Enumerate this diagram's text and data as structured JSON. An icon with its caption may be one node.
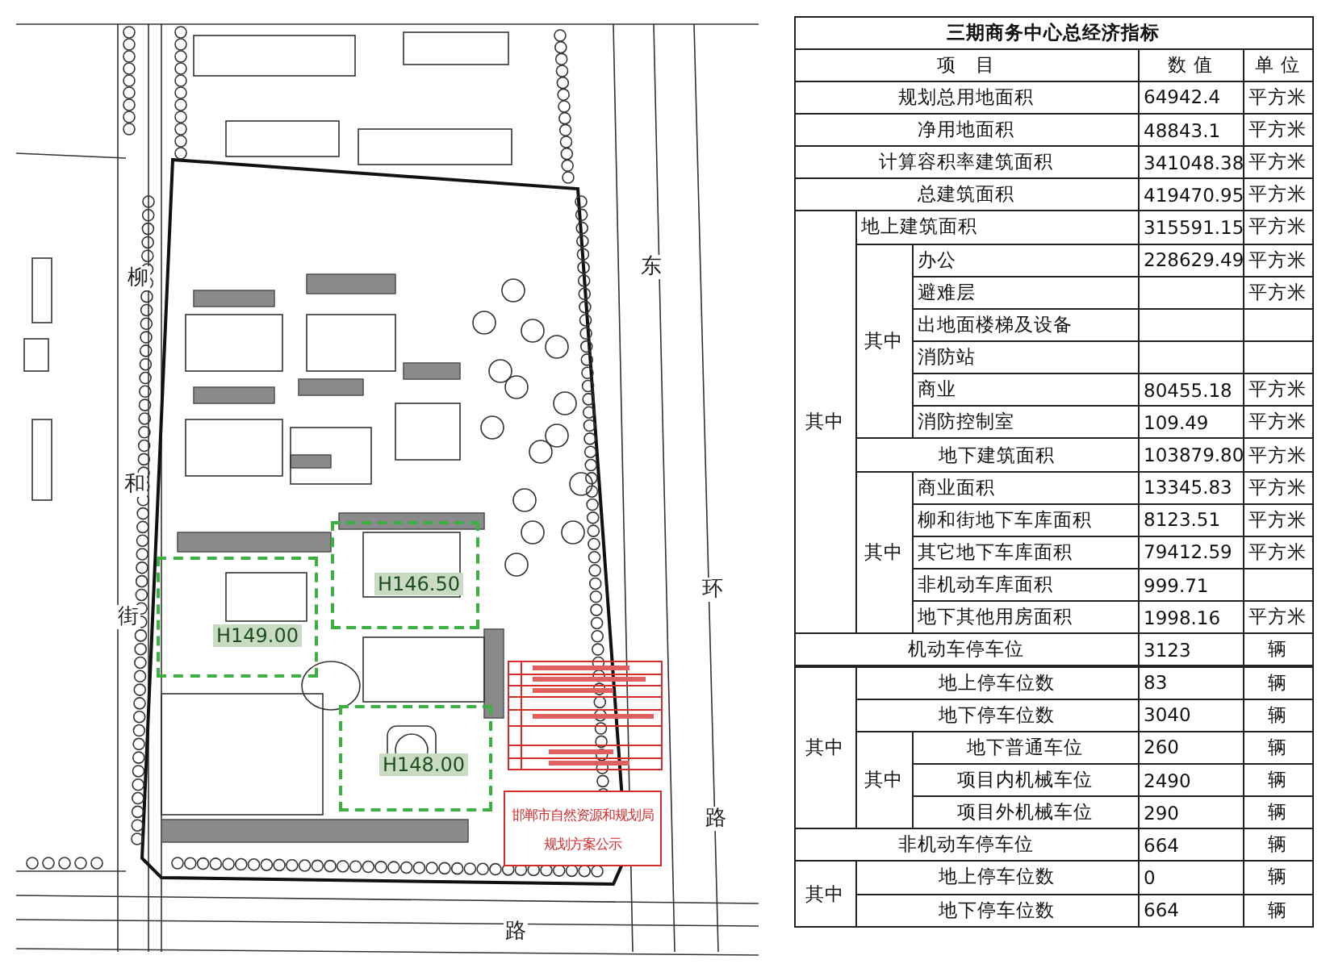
{
  "diagram": {
    "nodes": [
      {
        "text": [
          "H149.00"
        ]
      },
      {
        "text": [
          "H146.50"
        ]
      },
      {
        "text": [
          "H148.00"
        ]
      },
      {
        "text": [
          "邯郸市自然资源和规划局规划方案公示"
        ]
      }
    ],
    "labels": [
      "柳",
      "和",
      "街",
      "东",
      "环",
      "路",
      "路",
      "三期商务中心总经济指标",
      "项　目",
      "数 值",
      "单 位",
      "规划总用地面积",
      "64942.4",
      "平方米",
      "净用地面积",
      "48843.1",
      "平方米",
      "计算容积率建筑面积",
      "341048.38",
      "平方米",
      "总建筑面积",
      "419470.95",
      "平方米",
      "其中",
      "地上建筑面积",
      "315591.15",
      "平方米",
      "其中",
      "办公",
      "228629.49",
      "平方米",
      "避难层",
      "平方米",
      "出地面楼梯及设备",
      "消防站",
      "商业",
      "80455.18",
      "平方米",
      "消防控制室",
      "109.49",
      "平方米",
      "地下建筑面积",
      "103879.80",
      "平方米",
      "其中",
      "商业面积",
      "13345.83",
      "平方米",
      "柳和街地下车库面积",
      "8123.51",
      "平方米",
      "其它地下车库面积",
      "79412.59",
      "平方米",
      "非机动车库面积",
      "999.71",
      "地下其他用房面积",
      "1998.16",
      "平方米",
      "机动车停车位",
      "3123",
      "辆",
      "其中",
      "地上停车位数",
      "83",
      "辆",
      "地下停车位数",
      "3040",
      "辆",
      "其中",
      "地下普通车位",
      "260",
      "辆",
      "项目内机械车位",
      "2490",
      "辆",
      "项目外机械车位",
      "290",
      "辆",
      "非机动车停车位",
      "664",
      "辆",
      "其中",
      "地上停车位数",
      "0",
      "辆",
      "地下停车位数",
      "664",
      "辆"
    ]
  }
}
